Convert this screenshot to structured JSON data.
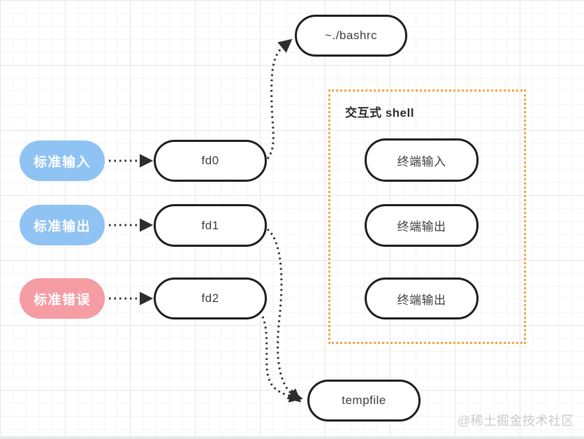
{
  "diagram": {
    "bashrc_label": "~./bashrc",
    "tempfile_label": "tempfile",
    "sources": [
      {
        "label": "标准输入"
      },
      {
        "label": "标准输出"
      },
      {
        "label": "标准错误"
      }
    ],
    "fds": [
      {
        "label": "fd0"
      },
      {
        "label": "fd1"
      },
      {
        "label": "fd2"
      }
    ],
    "shell_box": {
      "title": "交互式 shell",
      "terminals": [
        {
          "label": "终端输入"
        },
        {
          "label": "终端输出"
        },
        {
          "label": "终端输出"
        }
      ]
    },
    "watermark": "@稀土掘金技术社区",
    "colors": {
      "stdin_pill": "#8FC3F3",
      "stdout_pill": "#8FC3F3",
      "stderr_pill": "#F69CA3",
      "node_border": "#1d1d1f",
      "shell_box_border": "#F2A53F",
      "arrow": "#2d2d2d",
      "watermark": "#cbcbcb"
    }
  }
}
